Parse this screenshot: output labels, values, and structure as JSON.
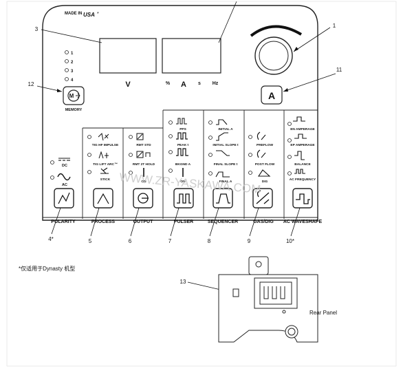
{
  "panel": {
    "made_in": "MADE IN",
    "made_in_flag": "USA",
    "meter_v": "V",
    "meter_units": [
      "%",
      "A",
      "s",
      "Hz"
    ],
    "memory_slots": [
      "1",
      "2",
      "3",
      "4"
    ],
    "memory_label": "MEMORY",
    "memory_button": "M",
    "amperage_button": "A"
  },
  "sections": [
    {
      "id": "polarity",
      "label": "POLARITY",
      "options": [
        "DC",
        "AC"
      ]
    },
    {
      "id": "process",
      "label": "PROCESS",
      "options": [
        "TIG HF IMPULSE",
        "TIG LIFT ARC™",
        "STICK"
      ]
    },
    {
      "id": "output",
      "label": "OUTPUT",
      "options": [
        "RMT STD",
        "RMT 2T HOLD",
        "ON"
      ]
    },
    {
      "id": "pulser",
      "label": "PULSER",
      "options": [
        "PPS",
        "PEAK t",
        "BKGND A",
        "ON"
      ]
    },
    {
      "id": "sequencer",
      "label": "SEQUENCER",
      "options": [
        "INITIAL A",
        "INITIAL SLOPE t",
        "FINAL SLOPE t",
        "FINAL A"
      ]
    },
    {
      "id": "gasdig",
      "label": "GAS/DIG",
      "options": [
        "PREFLOW",
        "POST FLOW",
        "DIG"
      ]
    },
    {
      "id": "acwave",
      "label": "AC WAVESHAPE",
      "options": [
        "EN AMPERAGE",
        "EP AMPERAGE",
        "BALANCE",
        "AC FREQUENCY"
      ]
    }
  ],
  "callouts": [
    "1",
    "3",
    "11",
    "12",
    "4*",
    "5",
    "6",
    "7",
    "8",
    "9",
    "10*",
    "13"
  ],
  "footnote": "*仅适用于Dynasty 机型",
  "rear_panel_label": "Rear Panel",
  "watermark": "WWW.ZR-YASKAWA.COM"
}
